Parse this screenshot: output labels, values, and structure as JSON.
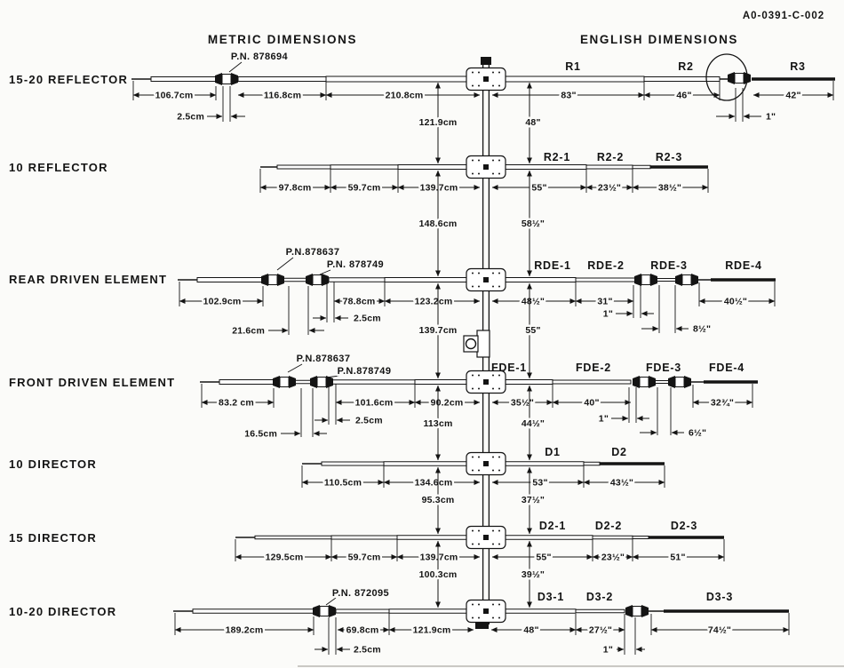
{
  "drawing_number": "A0-0391-C-002",
  "headers": {
    "metric": "METRIC DIMENSIONS",
    "english": "ENGLISH DIMENSIONS"
  },
  "boom_spacing": {
    "metric": [
      "121.9cm",
      "148.6cm",
      "139.7cm",
      "113cm",
      "95.3cm",
      "100.3cm"
    ],
    "english": [
      "48\"",
      "58½\"",
      "55\"",
      "44½\"",
      "37½\"",
      "39½\""
    ]
  },
  "rows": [
    {
      "label": "15-20 REFLECTOR",
      "part_number": "P.N. 878694",
      "segments": [
        "R1",
        "R2",
        "R3"
      ],
      "metric": [
        "106.7cm",
        "116.8cm",
        "210.8cm"
      ],
      "metric_small": [
        "2.5cm"
      ],
      "english": [
        "83\"",
        "46\"",
        "42\""
      ],
      "english_small": [
        "1\""
      ]
    },
    {
      "label": "10 REFLECTOR",
      "segments": [
        "R2-1",
        "R2-2",
        "R2-3"
      ],
      "metric": [
        "97.8cm",
        "59.7cm",
        "139.7cm"
      ],
      "english": [
        "55\"",
        "23½\"",
        "38½\""
      ]
    },
    {
      "label": "REAR DRIVEN ELEMENT",
      "part_numbers": [
        "P.N.878637",
        "P.N. 878749"
      ],
      "segments": [
        "RDE-1",
        "RDE-2",
        "RDE-3",
        "RDE-4"
      ],
      "metric": [
        "102.9cm",
        "78.8cm",
        "123.2cm"
      ],
      "metric_small": [
        "2.5cm",
        "21.6cm"
      ],
      "english": [
        "48½\"",
        "31\"",
        "40½\""
      ],
      "english_small": [
        "1\"",
        "8½\""
      ]
    },
    {
      "label": "FRONT DRIVEN ELEMENT",
      "part_numbers": [
        "P.N.878637",
        "P.N.878749"
      ],
      "segments": [
        "FDE-1",
        "FDE-2",
        "FDE-3",
        "FDE-4"
      ],
      "metric": [
        "83.2 cm",
        "101.6cm",
        "90.2cm"
      ],
      "metric_small": [
        "2.5cm",
        "16.5cm"
      ],
      "english": [
        "35½\"",
        "40\"",
        "32¾\""
      ],
      "english_small": [
        "1\"",
        "6½\""
      ]
    },
    {
      "label": "10 DIRECTOR",
      "segments": [
        "D1",
        "D2"
      ],
      "metric": [
        "110.5cm",
        "134.6cm"
      ],
      "english": [
        "53\"",
        "43½\""
      ]
    },
    {
      "label": "15 DIRECTOR",
      "segments": [
        "D2-1",
        "D2-2",
        "D2-3"
      ],
      "metric": [
        "129.5cm",
        "59.7cm",
        "139.7cm"
      ],
      "english": [
        "55\"",
        "23½\"",
        "51\""
      ]
    },
    {
      "label": "10-20 DIRECTOR",
      "part_number": "P.N. 872095",
      "segments": [
        "D3-1",
        "D3-2",
        "D3-3"
      ],
      "metric": [
        "189.2cm",
        "69.8cm",
        "121.9cm"
      ],
      "metric_small": [
        "2.5cm"
      ],
      "english": [
        "48\"",
        "27½\"",
        "74½\""
      ],
      "english_small": [
        "1\""
      ]
    }
  ]
}
